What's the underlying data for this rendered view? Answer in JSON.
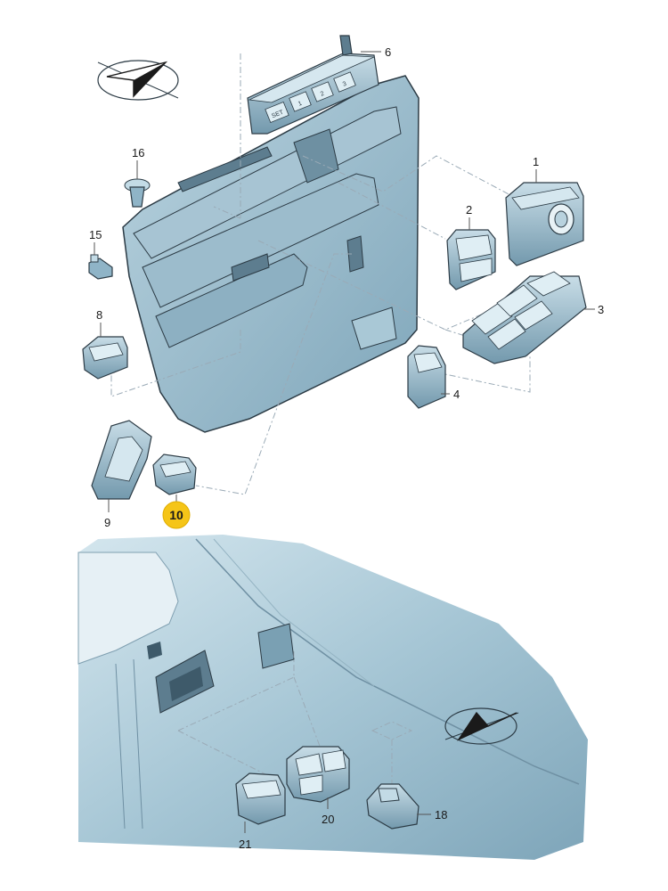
{
  "highlight_color": "#f5c518",
  "part_color": "#8fb4c7",
  "background_panel_color": "#a9c8d6",
  "compass_icons": [
    "compass-arrow-icon",
    "compass-arrow-icon"
  ],
  "part_labels": {
    "p1": "1",
    "p2": "2",
    "p3": "3",
    "p4": "4",
    "p6": "6",
    "p8": "8",
    "p9": "9",
    "p10": "10",
    "p15": "15",
    "p16": "16",
    "p18": "18",
    "p20": "20",
    "p21": "21"
  },
  "memory_switch_buttons": {
    "set": "SET",
    "m1": "1",
    "m2": "2",
    "m3": "3"
  }
}
